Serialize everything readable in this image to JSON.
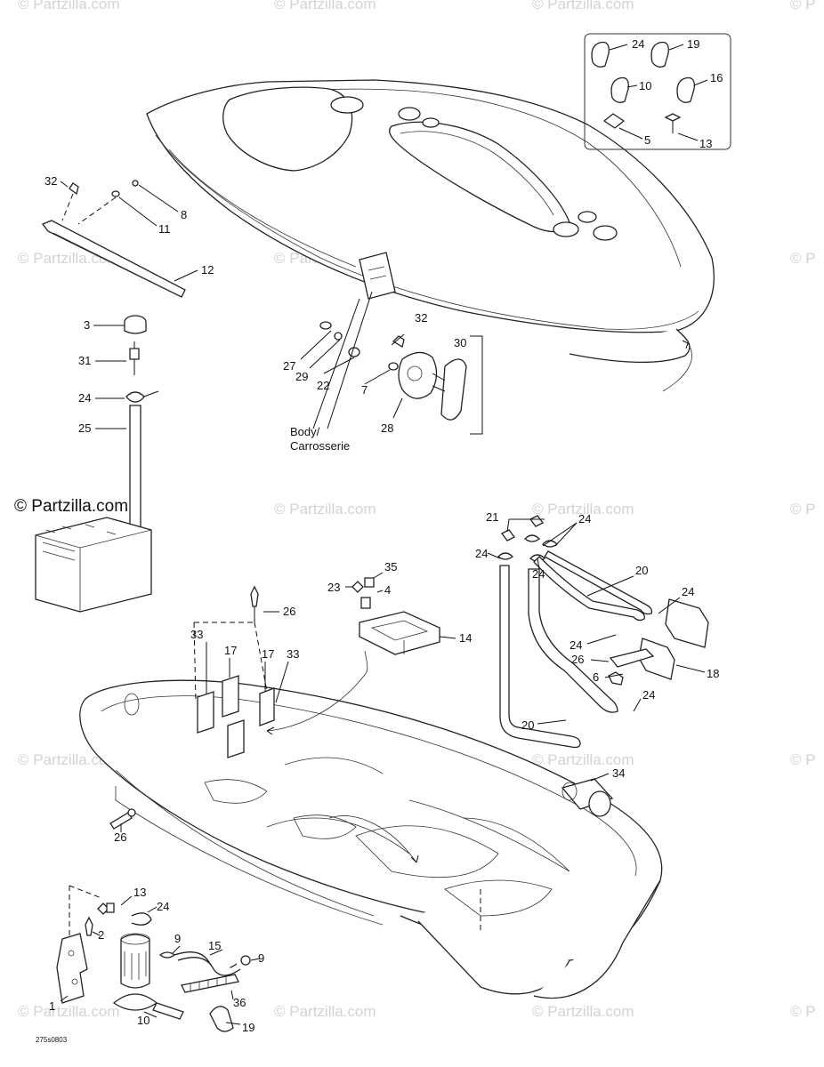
{
  "watermark": {
    "text": "© Partzilla.com",
    "edge_text": "© P"
  },
  "brand": {
    "text": "© Partzilla.com"
  },
  "body_label": {
    "line1": "Body/",
    "line2": "Carrosserie"
  },
  "drawing_code": "275s0803",
  "callouts": {
    "c24a": "24",
    "c19a": "19",
    "c10a": "10",
    "c16": "16",
    "c5": "5",
    "c13a": "13",
    "c32a": "32",
    "c8": "8",
    "c11": "11",
    "c12": "12",
    "c3": "3",
    "c31": "31",
    "c24b": "24",
    "c25": "25",
    "c32b": "32",
    "c30": "30",
    "c27": "27",
    "c29": "29",
    "c22": "22",
    "c7": "7",
    "c28": "28",
    "c21": "21",
    "c24c": "24",
    "c24d": "24",
    "c24e": "24",
    "c20a": "20",
    "c24f": "24",
    "c24g": "24",
    "c26a": "26",
    "c6": "6",
    "c18": "18",
    "c24h": "24",
    "c20b": "20",
    "c35": "35",
    "c23": "23",
    "c4": "4",
    "c14": "14",
    "c26b": "26",
    "c33a": "33",
    "c17a": "17",
    "c17b": "17",
    "c33b": "33",
    "c34": "34",
    "c26c": "26",
    "c13b": "13",
    "c24i": "24",
    "c2": "2",
    "c9a": "9",
    "c15": "15",
    "c9b": "9",
    "c1": "1",
    "c10b": "10",
    "c36": "36",
    "c19b": "19"
  }
}
